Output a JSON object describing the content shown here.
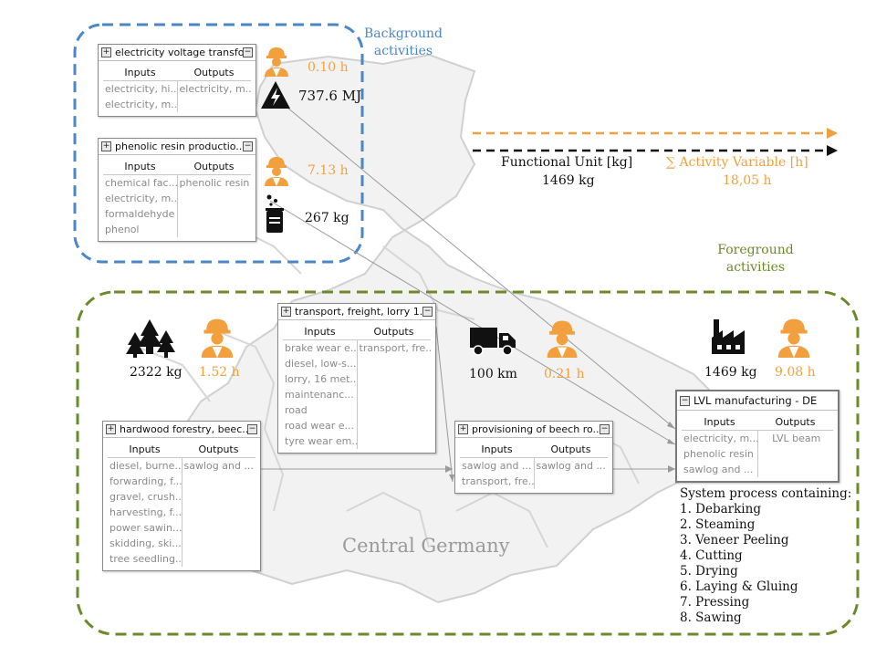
{
  "labels": {
    "background": [
      "Background",
      "activities"
    ],
    "foreground": [
      "Foreground",
      "activities"
    ],
    "central": "Central Germany"
  },
  "processes": {
    "electricity": {
      "name": "electricity voltage transfo...",
      "inputs": [
        "electricity, hi...",
        "electricity, m..."
      ],
      "outputs": [
        "electricity, m..."
      ]
    },
    "phenolic": {
      "name": "phenolic resin productio...",
      "inputs": [
        "chemical fac...",
        "electricity, m...",
        "formaldehyde",
        "phenol"
      ],
      "outputs": [
        "phenolic resin"
      ]
    },
    "transport": {
      "name": "transport, freight, lorry 1...",
      "inputs": [
        "brake wear e...",
        "diesel, low-s...",
        "lorry, 16 met...",
        "maintenanc...",
        "road",
        "road wear e...",
        "tyre wear em..."
      ],
      "outputs": [
        "transport, fre..."
      ]
    },
    "hardwood": {
      "name": "hardwood forestry, beec...",
      "inputs": [
        "diesel, burne...",
        "forwarding, f...",
        "gravel, crush...",
        "harvesting, f...",
        "power sawin...",
        "skidding, ski...",
        "tree seedling..."
      ],
      "outputs": [
        "sawlog and ..."
      ]
    },
    "provisioning": {
      "name": "provisioning of beech ro...",
      "inputs": [
        "sawlog and ...",
        "transport, fre..."
      ],
      "outputs": [
        "sawlog and ..."
      ]
    },
    "lvl": {
      "name": "LVL manufacturing - DE",
      "inputs": [
        "electricity, m...",
        "phenolic resin",
        "sawlog and ..."
      ],
      "outputs": [
        "LVL beam"
      ]
    },
    "inputs_header": "Inputs",
    "outputs_header": "Outputs"
  },
  "values": {
    "elec_time": "0.10 h",
    "elec_amount": "737.6 MJ",
    "phen_time": "7.13 h",
    "phen_amount": "267 kg",
    "forest_amount": "2322 kg",
    "forest_time": "1.52 h",
    "truck_amount": "100 km",
    "truck_time": "0.21 h",
    "factory_amount": "1469 kg",
    "factory_time": "9.08 h"
  },
  "legend": {
    "functional_unit": "Functional  Unit [kg]",
    "functional_value": "1469 kg",
    "activity_variable": "∑ Activity  Variable [h]",
    "activity_value": "18,05 h",
    "orange_color": "#f2a03d",
    "black_color": "#111111"
  },
  "system_process": {
    "title": "System process containing:",
    "steps": [
      "1. Debarking",
      "2. Steaming",
      "3. Veneer Peeling",
      "4. Cutting",
      "5. Drying",
      "6. Laying & Gluing",
      "7. Pressing",
      "8. Sawing"
    ]
  },
  "colors": {
    "background_box": "#4a86c8",
    "foreground_box": "#6b8a2a",
    "worker": "#f2a03d"
  },
  "icons": [
    "worker-icon",
    "electricity-hazard-icon",
    "chemical-beaker-icon",
    "forest-trees-icon",
    "truck-icon",
    "factory-icon"
  ]
}
